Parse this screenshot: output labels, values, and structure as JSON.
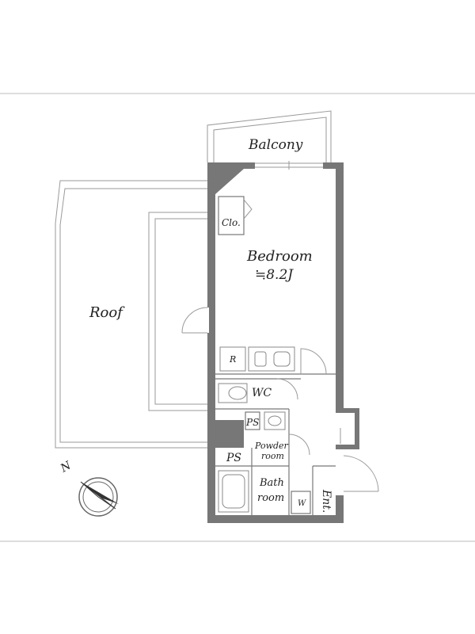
{
  "labels": {
    "balcony": "Balcony",
    "bedroom": "Bedroom",
    "bedroom_size": "≒8.2J",
    "closet": "Clo.",
    "roof": "Roof",
    "refrigerator": "R",
    "wc": "WC",
    "ps_small": "PS",
    "ps_lower": "PS",
    "powder_room_line1": "Powder",
    "powder_room_line2": "room",
    "bath_line1": "Bath",
    "bath_line2": "room",
    "washer": "W",
    "entrance": "Ent.",
    "north": "N"
  },
  "colors": {
    "wall": "#777777",
    "line": "#9a9a9a",
    "text": "#222222"
  }
}
